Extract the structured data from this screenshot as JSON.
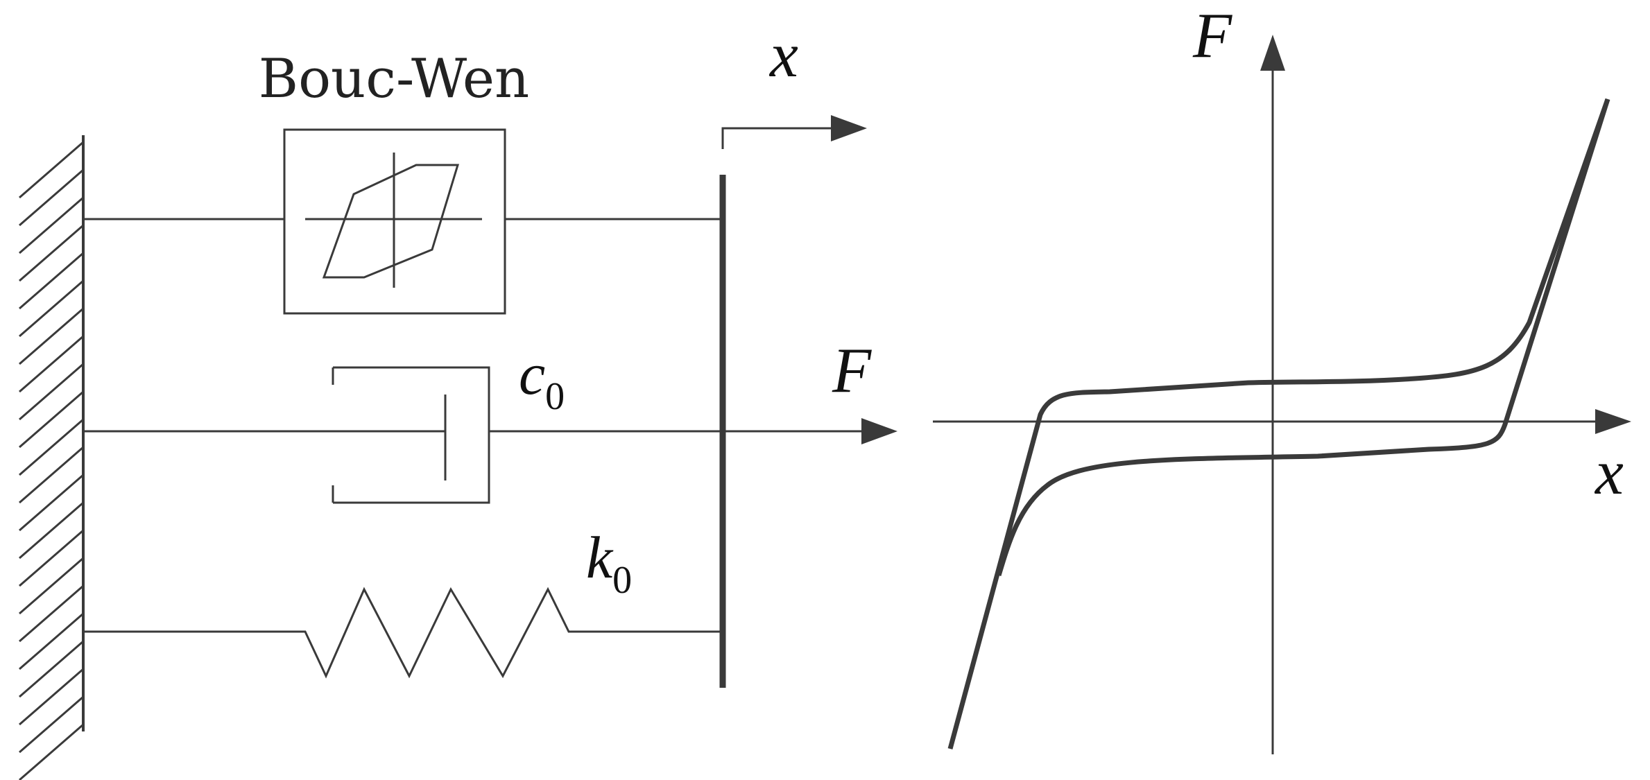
{
  "model_schematic": {
    "hysteretic_element_label": "Bouc-Wen",
    "displacement_label": "x",
    "force_label": "F",
    "damper_label": {
      "main": "c",
      "subscript": "0"
    },
    "spring_label": {
      "main": "k",
      "subscript": "0"
    }
  },
  "hysteresis_plot": {
    "y_axis_label": "F",
    "x_axis_label": "x"
  },
  "colors": {
    "stroke": "#3a3a3a",
    "text": "#111111",
    "background": "#ffffff"
  }
}
